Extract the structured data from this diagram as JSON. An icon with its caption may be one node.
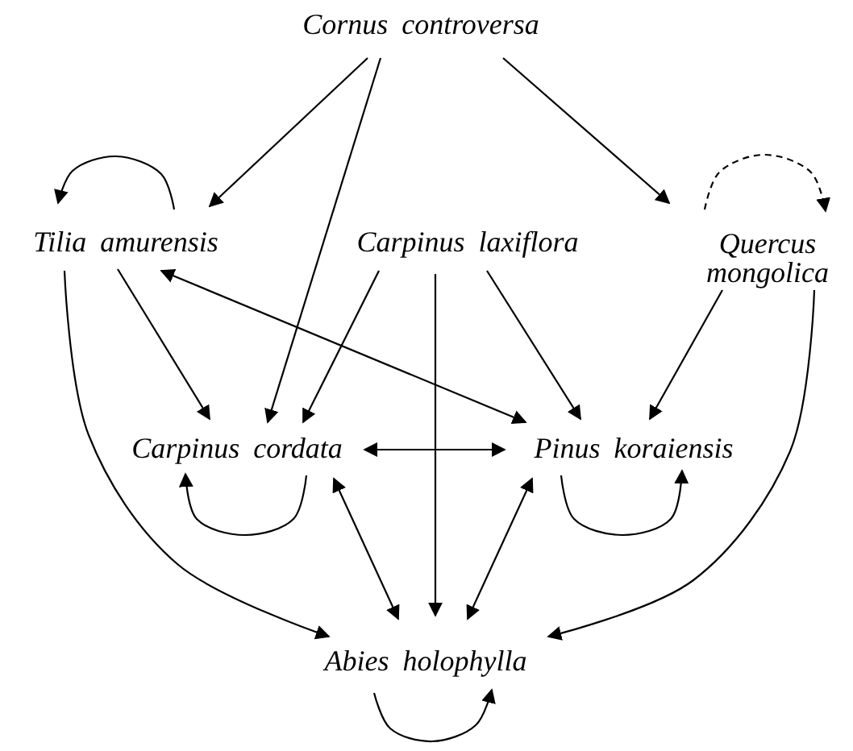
{
  "diagram": {
    "nodes": [
      {
        "text": [
          "Cornus controversa"
        ]
      },
      {
        "text": [
          "Tilia amurensis"
        ]
      },
      {
        "text": [
          "Carpinus laxiflora"
        ]
      },
      {
        "text": [
          "Quercus mongolica"
        ]
      },
      {
        "text": [
          "Carpinus cordata"
        ]
      },
      {
        "text": [
          "Pinus koraiensis"
        ]
      },
      {
        "text": [
          "Abies holophylla"
        ]
      }
    ],
    "edges": [
      {
        "from": 0,
        "to": 1,
        "arrow": "to"
      },
      {
        "from": 0,
        "to": 4,
        "arrow": "to"
      },
      {
        "from": 0,
        "to": 3,
        "arrow": "to"
      },
      {
        "from": 1,
        "to": 1,
        "arrow": "to"
      },
      {
        "from": 3,
        "to": 3,
        "arrow": "to",
        "style": "dashed"
      },
      {
        "from": 1,
        "to": 4,
        "arrow": "to"
      },
      {
        "from": 1,
        "to": 5,
        "arrow": "both"
      },
      {
        "from": 2,
        "to": 4,
        "arrow": "to"
      },
      {
        "from": 2,
        "to": 6,
        "arrow": "to"
      },
      {
        "from": 2,
        "to": 5,
        "arrow": "to"
      },
      {
        "from": 3,
        "to": 5,
        "arrow": "to"
      },
      {
        "from": 1,
        "to": 6,
        "arrow": "to"
      },
      {
        "from": 3,
        "to": 6,
        "arrow": "to"
      },
      {
        "from": 4,
        "to": 5,
        "arrow": "both"
      },
      {
        "from": 4,
        "to": 4,
        "arrow": "to"
      },
      {
        "from": 5,
        "to": 5,
        "arrow": "to"
      },
      {
        "from": 4,
        "to": 6,
        "arrow": "both"
      },
      {
        "from": 5,
        "to": 6,
        "arrow": "both"
      },
      {
        "from": 6,
        "to": 6,
        "arrow": "to"
      }
    ]
  }
}
